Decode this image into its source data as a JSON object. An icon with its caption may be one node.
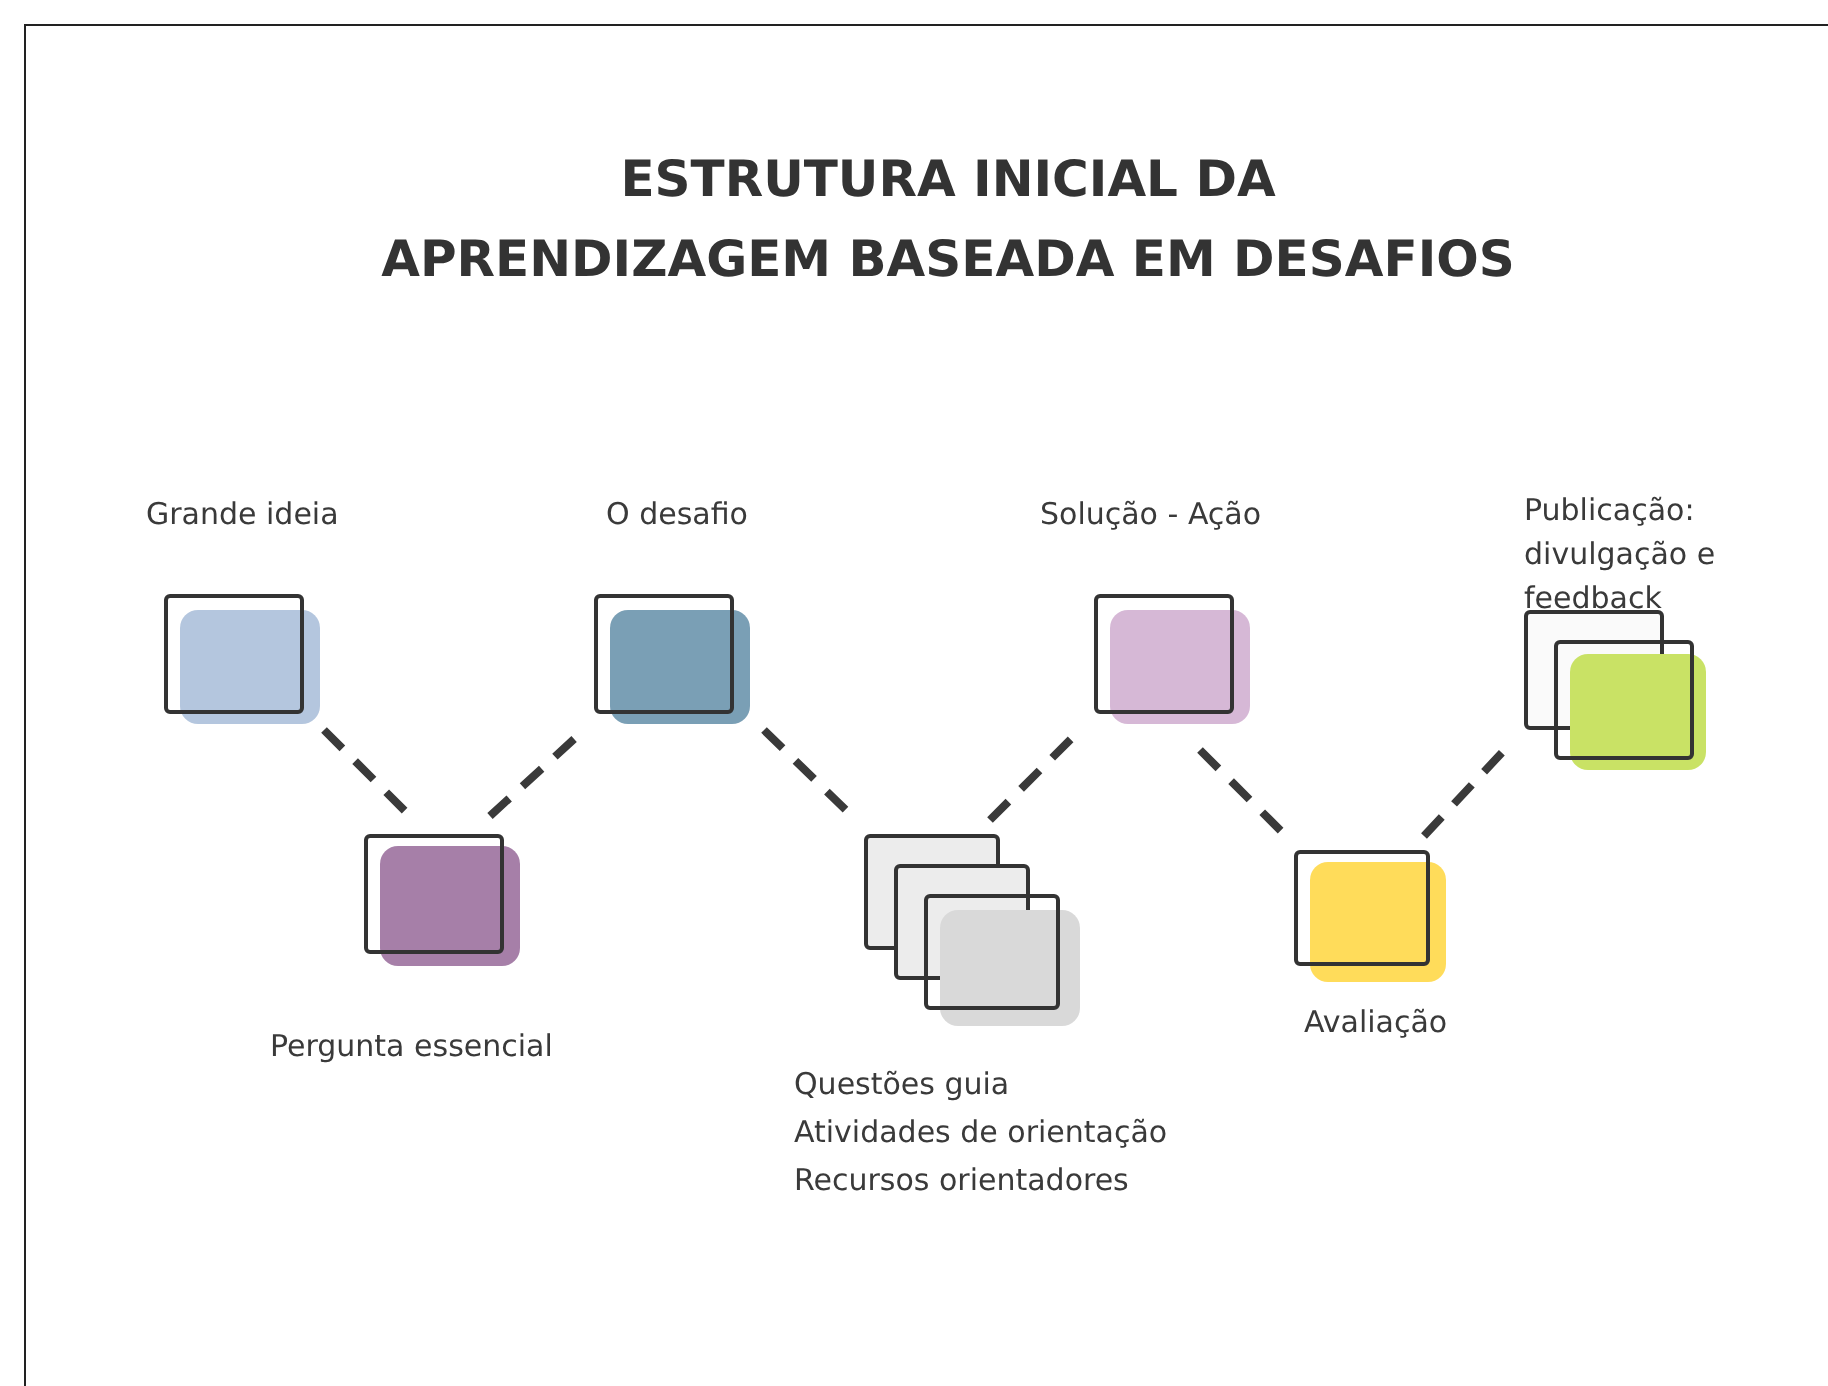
{
  "diagram": {
    "title": "ESTRUTURA INICIAL DA APRENDIZAGEM BASEADA EM DESAFIOS",
    "nodes": [
      {
        "text": [
          "Grande ideia"
        ]
      },
      {
        "text": [
          "Pergunta essencial"
        ]
      },
      {
        "text": [
          "O desafio"
        ]
      },
      {
        "text": [
          "Questões guia",
          "Atividades de orientação",
          "Recursos orientadores"
        ]
      },
      {
        "text": [
          "Solução - Ação"
        ]
      },
      {
        "text": [
          "Avaliação"
        ]
      },
      {
        "text": [
          "Publicação: divulgação e feedback"
        ]
      }
    ],
    "edges": [
      {
        "from": 0,
        "to": 1,
        "arrow": "none",
        "style": "dashed"
      },
      {
        "from": 1,
        "to": 2,
        "arrow": "none",
        "style": "dashed"
      },
      {
        "from": 2,
        "to": 3,
        "arrow": "none",
        "style": "dashed"
      },
      {
        "from": 3,
        "to": 4,
        "arrow": "none",
        "style": "dashed"
      },
      {
        "from": 4,
        "to": 5,
        "arrow": "none",
        "style": "dashed"
      },
      {
        "from": 5,
        "to": 6,
        "arrow": "none",
        "style": "dashed"
      }
    ]
  }
}
